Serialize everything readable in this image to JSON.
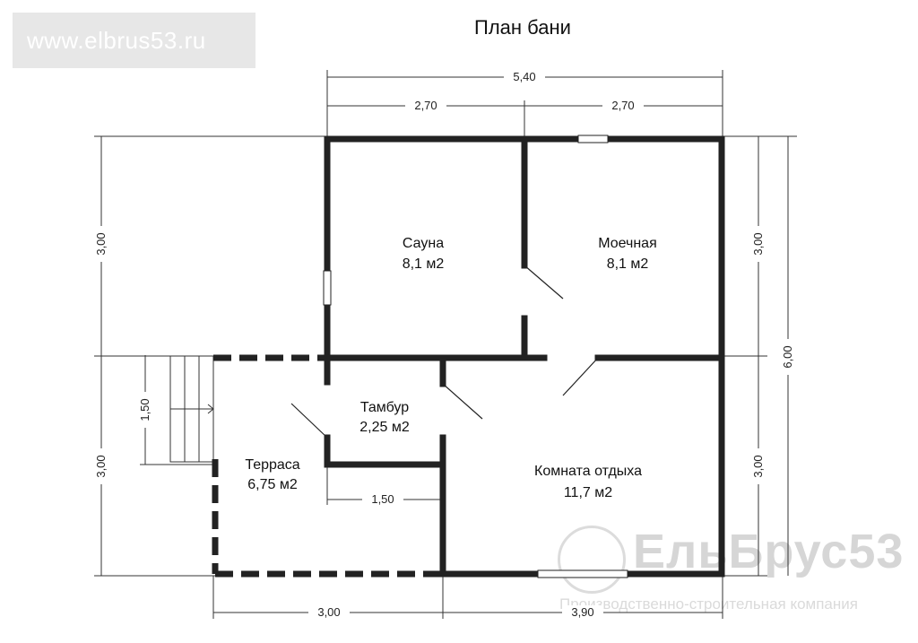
{
  "title": "План бани",
  "watermark": {
    "url": "www.elbrus53.ru",
    "brand": "ЕльБрус53",
    "tagline": "Производственно-строительная компания"
  },
  "dimensions": {
    "total_width": "5,40",
    "half_left": "2,70",
    "half_right": "2,70",
    "left_upper": "3,00",
    "left_lower": "3,00",
    "stairs": "1,50",
    "right_upper": "3,00",
    "right_lower": "3,00",
    "total_height": "6,00",
    "inner": "1,50",
    "bottom_left": "3,00",
    "bottom_right": "3,90"
  },
  "rooms": [
    {
      "name": "Сауна",
      "area": "8,1 м2"
    },
    {
      "name": "Моечная",
      "area": "8,1 м2"
    },
    {
      "name": "Тамбур",
      "area": "2,25 м2"
    },
    {
      "name": "Терраса",
      "area": "6,75 м2"
    },
    {
      "name": "Комната отдыха",
      "area": "11,7 м2"
    }
  ],
  "colors": {
    "wall": "#222222",
    "dimension_line": "#333333",
    "watermark": "#e7e7e7"
  }
}
